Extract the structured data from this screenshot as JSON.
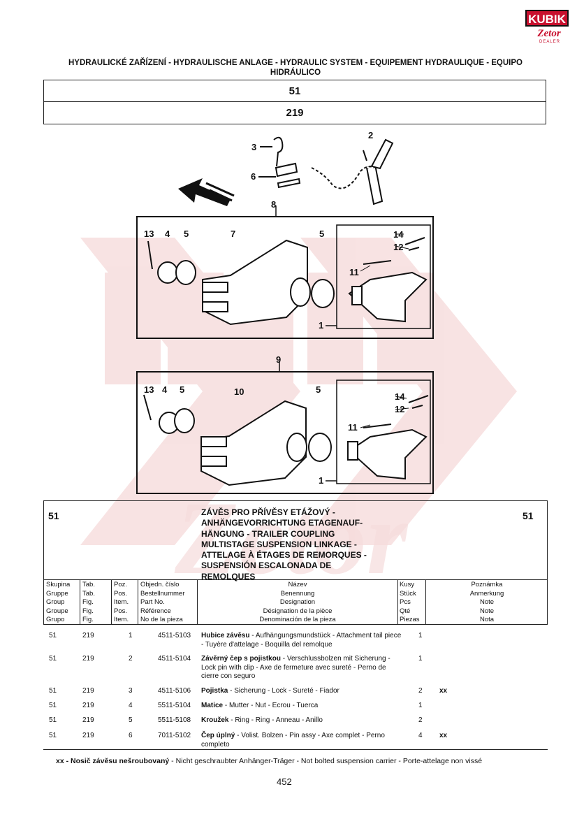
{
  "logo": {
    "brand": "KUBIK",
    "sub": "Zetor",
    "dealer": "DEALER"
  },
  "header": {
    "title_line1": "HYDRAULICKÉ ZAŘÍZENÍ - HYDRAULISCHE ANLAGE - HYDRAULIC SYSTEM - EQUIPEMENT HYDRAULIQUE - EQUIPO",
    "title_line2": "HIDRÁULICO",
    "group": "51",
    "table": "219"
  },
  "diagram": {
    "callouts": {
      "c1": "1",
      "c2": "2",
      "c3": "3",
      "c4": "4",
      "c5": "5",
      "c6": "6",
      "c7": "7",
      "c8": "8",
      "c9": "9",
      "c10": "10",
      "c11": "11",
      "c12": "12",
      "c13": "13",
      "c14": "14"
    }
  },
  "description": {
    "group_left": "51",
    "group_right": "51",
    "lines": [
      "ZÁVĚS PRO PŘÍVĚSY ETÁŽOVÝ -",
      "ANHÄNGEVORRICHTUNG ETAGENAUF-",
      "HÄNGUNG - TRAILER COUPLING",
      "MULTISTAGE SUSPENSION LINKAGE -",
      "ATTELAGE À ÉTAGES DE  REMORQUES -",
      "SUSPENSIÓN ESCALONADA DE",
      "REMOLQUES"
    ]
  },
  "columns": {
    "group": [
      "Skupina",
      "Gruppe",
      "Group",
      "Groupe",
      "Grupo"
    ],
    "table": [
      "Tab.",
      "Tab.",
      "Fig.",
      "Fig.",
      "Fig."
    ],
    "position": [
      "Poz.",
      "Pos.",
      "Item.",
      "Pos.",
      "Item."
    ],
    "order": [
      "Objedn. číslo",
      "Bestellnummer",
      "Part No.",
      "Référence",
      "No de la pieza"
    ],
    "name": [
      "Název",
      "Benennung",
      "Designation",
      "Désignation de la pièce",
      "Denominación de la pieza"
    ],
    "qty": [
      "Kusy",
      "Stück",
      "Pcs",
      "Qté",
      "Piezas"
    ],
    "note": [
      "Poznámka",
      "Anmerkung",
      "Note",
      "Note",
      "Nota"
    ]
  },
  "parts": [
    {
      "group": "51",
      "table": "219",
      "pos": "1",
      "order": "4511-5103",
      "name_bold": "Hubice závěsu",
      "name_rest": " -  Aufhängungsmundstück - Attachment tail piece - Tuyère d'attelage - Boquilla del remolque",
      "qty": "1",
      "note": ""
    },
    {
      "group": "51",
      "table": "219",
      "pos": "2",
      "order": "4511-5104",
      "name_bold": "Závěrný čep s pojistkou",
      "name_rest": "  -  Verschlussbolzen mit Sicherung - Lock pin with clip - Axe de fermeture avec sureté - Perno de cierre con seguro",
      "qty": "1",
      "note": ""
    },
    {
      "group": "51",
      "table": "219",
      "pos": "3",
      "order": "4511-5106",
      "name_bold": "Pojistka",
      "name_rest": " - Sicherung - Lock - Sureté - Fiador",
      "qty": "2",
      "note": "xx"
    },
    {
      "group": "51",
      "table": "219",
      "pos": "4",
      "order": "5511-5104",
      "name_bold": "Matice",
      "name_rest": " - Mutter - Nut - Ecrou - Tuerca",
      "qty": "1",
      "note": ""
    },
    {
      "group": "51",
      "table": "219",
      "pos": "5",
      "order": "5511-5108",
      "name_bold": "Kroužek",
      "name_rest": " - Ring - Ring - Anneau - Anillo",
      "qty": "2",
      "note": ""
    },
    {
      "group": "51",
      "table": "219",
      "pos": "6",
      "order": "7011-5102",
      "name_bold": "Čep úplný",
      "name_rest": "  - Volist. Bolzen - Pin assy - Axe complet - Perno completo",
      "qty": "4",
      "note": "xx"
    }
  ],
  "footnote": {
    "bold": "xx - Nosič závěsu nešroubovaný",
    "rest": " -  Nicht geschraubter Anhänger-Träger - Not bolted suspension carrier - Porte-attelage non vissé"
  },
  "page_number": "452",
  "colors": {
    "brand_red": "#c8102e",
    "line": "#222222",
    "watermark": "#f4dada"
  }
}
